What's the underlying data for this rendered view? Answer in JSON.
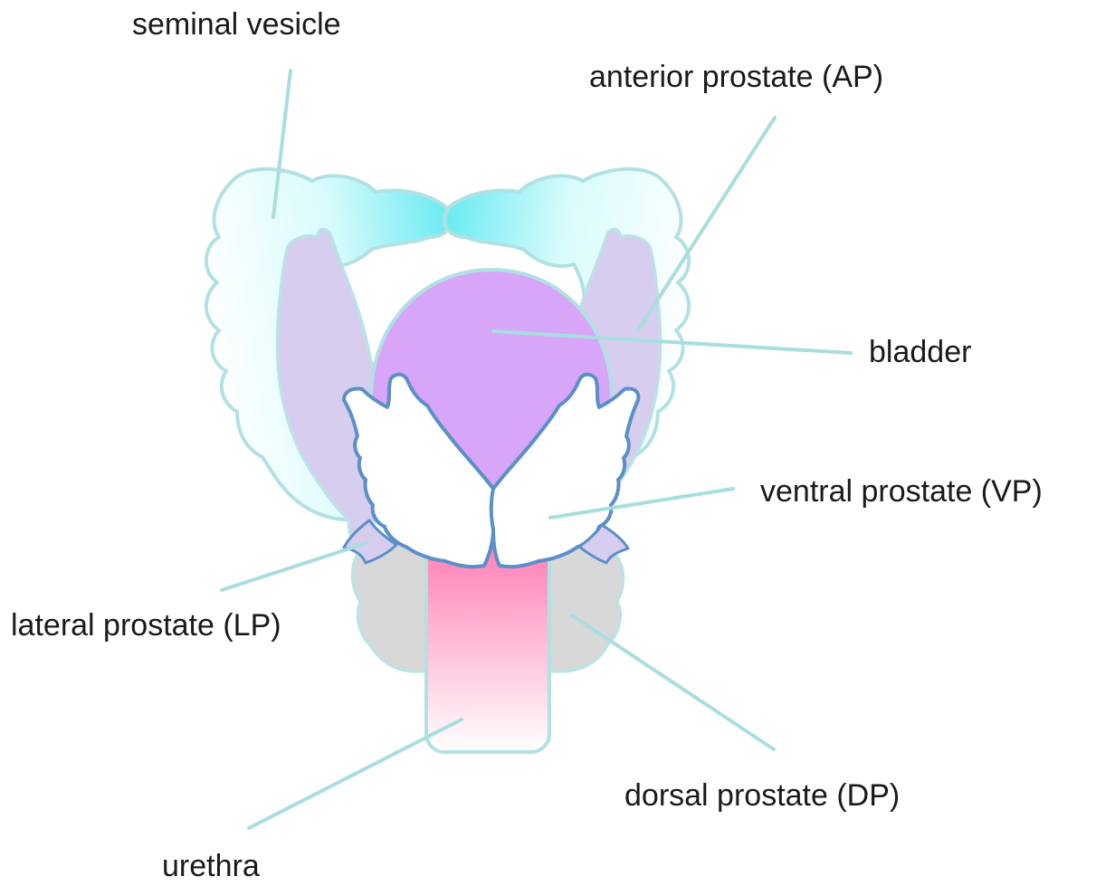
{
  "labels": {
    "seminal_vesicle": "seminal vesicle",
    "anterior_prostate": "anterior prostate (AP)",
    "bladder": "bladder",
    "ventral_prostate": "ventral prostate (VP)",
    "lateral_prostate": "lateral prostate (LP)",
    "dorsal_prostate": "dorsal prostate (DP)",
    "urethra": "urethra"
  },
  "colors": {
    "seminal_vesicle": "#7ef0f3",
    "anterior_prostate": "#d4c9ee",
    "bladder": "#d7a6f9",
    "ventral_prostate": "#ffffff",
    "ventral_outline": "#5b8fc9",
    "dorsal_prostate": "#d6d6d6",
    "urethra": "#ff84b8",
    "outline": "#b2e1e3",
    "leader_line": "#a9dede"
  }
}
